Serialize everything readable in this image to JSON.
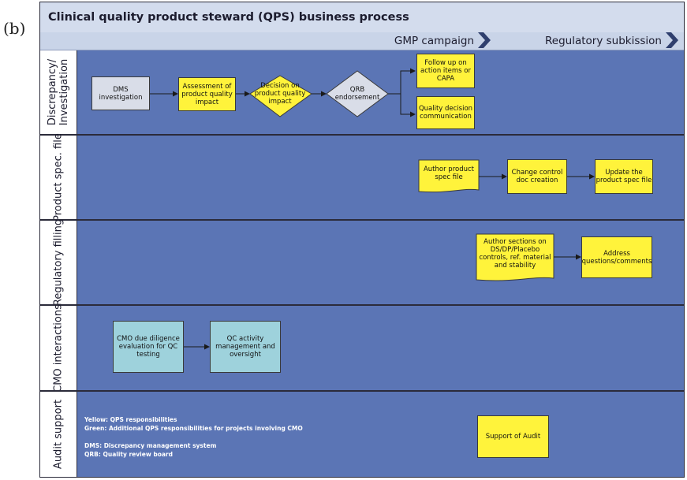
{
  "panel_label": "(b)",
  "title": "Clinical quality product steward (QPS) business process",
  "phases": [
    "GMP campaign",
    "Regulatory subkission"
  ],
  "lanes": [
    {
      "label_lines": [
        "Discrepancy/",
        "Investigation"
      ]
    },
    {
      "label_lines": [
        "Product spec. file"
      ]
    },
    {
      "label_lines": [
        "Regulatory filling"
      ]
    },
    {
      "label_lines": [
        "CMO interactions"
      ]
    },
    {
      "label_lines": [
        "Audit support"
      ]
    }
  ],
  "nodes": {
    "dms_investigation": "DMS investigation",
    "assessment_quality_impact": "Assessment of product quality impact",
    "decision_quality_impact": "Decision on product quality impact",
    "qrb_endorsement": "QRB endorsement",
    "follow_up_action_items": "Follow up on action items or CAPA",
    "quality_decision_communication": "Quality decision communication",
    "author_product_spec_file": "Author product spec file",
    "change_control_doc": "Change control doc creation",
    "update_product_spec_file": "Update the product spec file",
    "author_sections": "Author sections on DS/DP/Placebo controls, ref. material and stability",
    "address_questions": "Address questions/comments",
    "cmo_due_diligence": "CMO due diligence evaluation for QC testing",
    "qc_activity_management": "QC activity management and oversight",
    "support_of_audit": "Support of Audit"
  },
  "legend": [
    "Yellow: QPS responsibilities",
    "Green: Additional QPS responsibilities for projects involving CMO",
    "DMS: Discrepancy management system",
    "QRB: Quality review board"
  ],
  "colors": {
    "lane_fill": "#5b75b5",
    "qps_node": "#fff33b",
    "cmo_node": "#9ed2dc",
    "neutral_node": "#d9dde8",
    "header_fill": "#d3dced"
  }
}
